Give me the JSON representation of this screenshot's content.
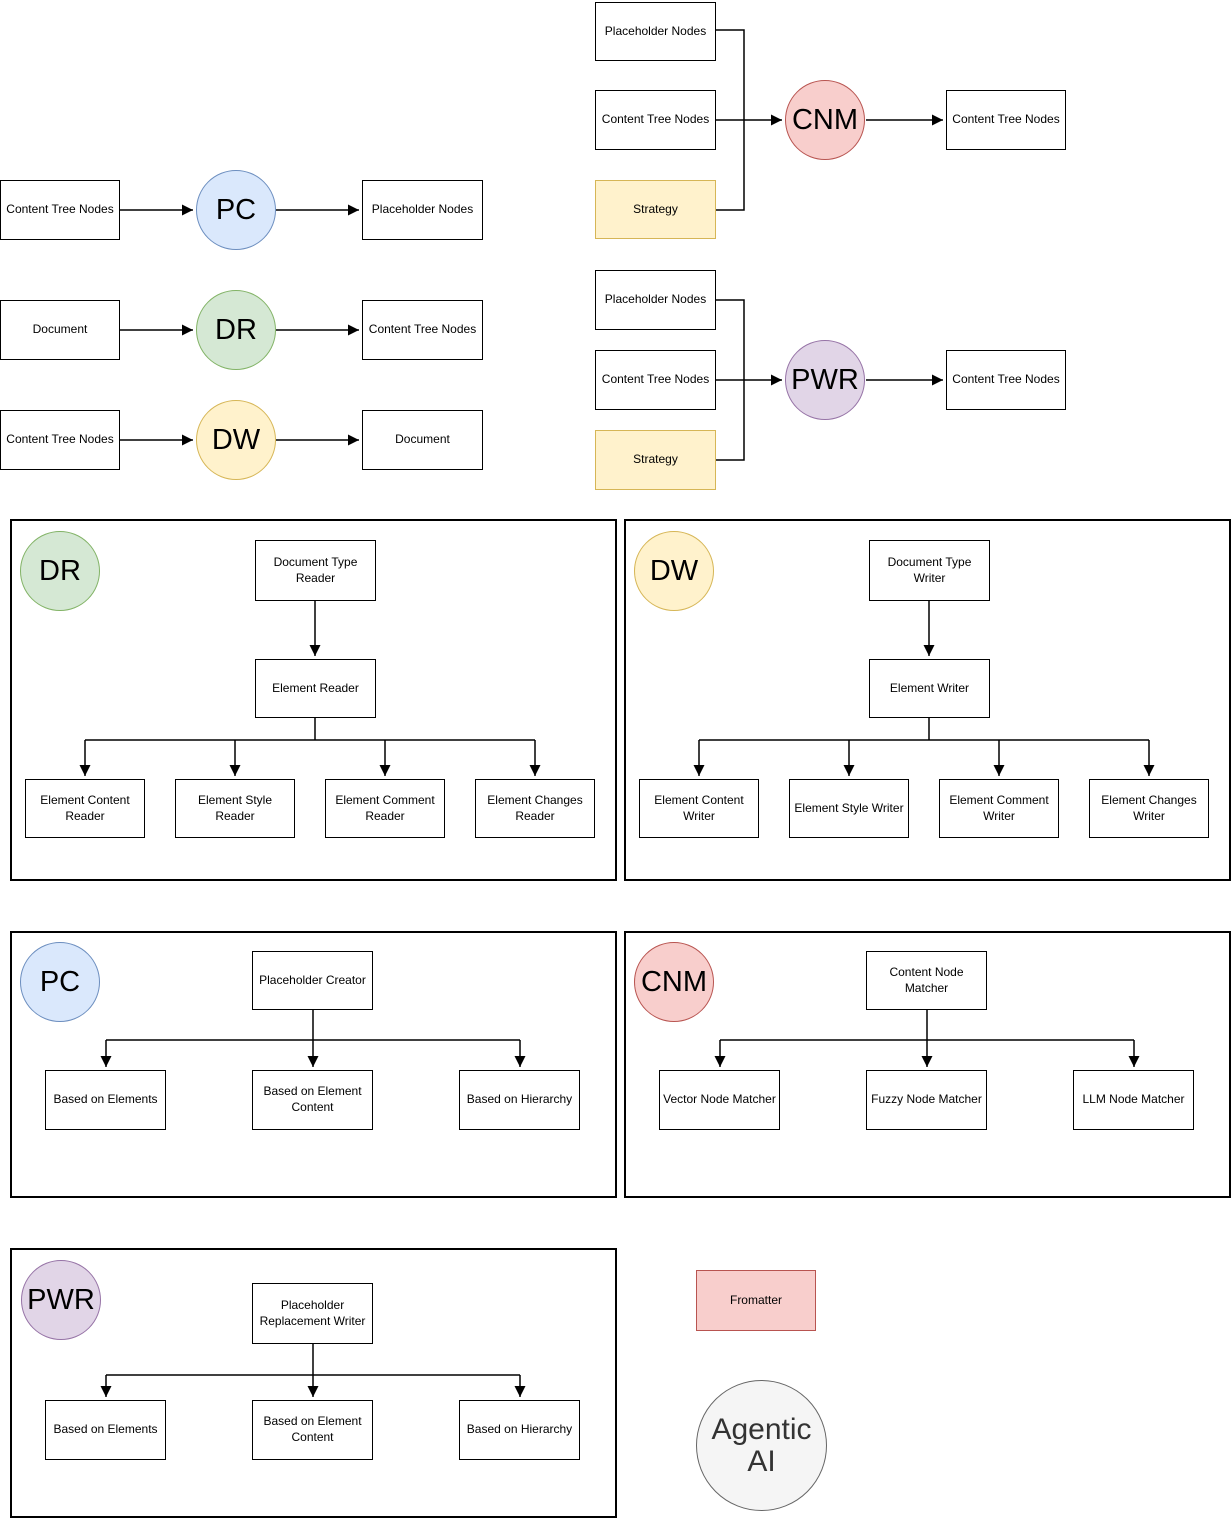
{
  "flows": {
    "pc": {
      "input": "Content Tree Nodes",
      "actor": "PC",
      "output": "Placeholder Nodes"
    },
    "dr": {
      "input": "Document",
      "actor": "DR",
      "output": "Content Tree Nodes"
    },
    "dw": {
      "input": "Content Tree Nodes",
      "actor": "DW",
      "output": "Document"
    },
    "cnm": {
      "inputs": [
        "Placeholder Nodes",
        "Content Tree Nodes",
        "Strategy"
      ],
      "actor": "CNM",
      "output": "Content Tree Nodes"
    },
    "pwr": {
      "inputs": [
        "Placeholder Nodes",
        "Content Tree Nodes",
        "Strategy"
      ],
      "actor": "PWR",
      "output": "Content Tree Nodes"
    }
  },
  "panels": {
    "dr": {
      "badge": "DR",
      "root": "Document Type Reader",
      "mid": "Element Reader",
      "children": [
        "Element Content Reader",
        "Element Style Reader",
        "Element Comment Reader",
        "Element Changes Reader"
      ]
    },
    "dw": {
      "badge": "DW",
      "root": "Document Type Writer",
      "mid": "Element Writer",
      "children": [
        "Element Content Writer",
        "Element Style Writer",
        "Element Comment Writer",
        "Element Changes Writer"
      ]
    },
    "pc": {
      "badge": "PC",
      "root": "Placeholder Creator",
      "children": [
        "Based on Elements",
        "Based on Element Content",
        "Based on Hierarchy"
      ]
    },
    "cnm": {
      "badge": "CNM",
      "root": "Content Node Matcher",
      "children": [
        "Vector Node Matcher",
        "Fuzzy Node Matcher",
        "LLM Node Matcher"
      ]
    },
    "pwr": {
      "badge": "PWR",
      "root": "Placeholder Replacement Writer",
      "children": [
        "Based on Elements",
        "Based on Element Content",
        "Based on Hierarchy"
      ]
    }
  },
  "misc": {
    "formatter": "Fromatter",
    "agentic": "Agentic AI"
  },
  "colors": {
    "pc_fill": "#dae8fc",
    "pc_stroke": "#6c8ebf",
    "dr_fill": "#d5e8d4",
    "dr_stroke": "#82b366",
    "dw_fill": "#fff2cc",
    "dw_stroke": "#d6b656",
    "cnm_fill": "#f8cecc",
    "cnm_stroke": "#b85450",
    "pwr_fill": "#e1d5e7",
    "pwr_stroke": "#9673a6",
    "strategy_fill": "#fff2cc",
    "strategy_stroke": "#d6b656",
    "formatter_fill": "#f8cecc",
    "formatter_stroke": "#b85450",
    "agentic_fill": "#f5f5f5",
    "agentic_stroke": "#666666",
    "line": "#000000"
  }
}
